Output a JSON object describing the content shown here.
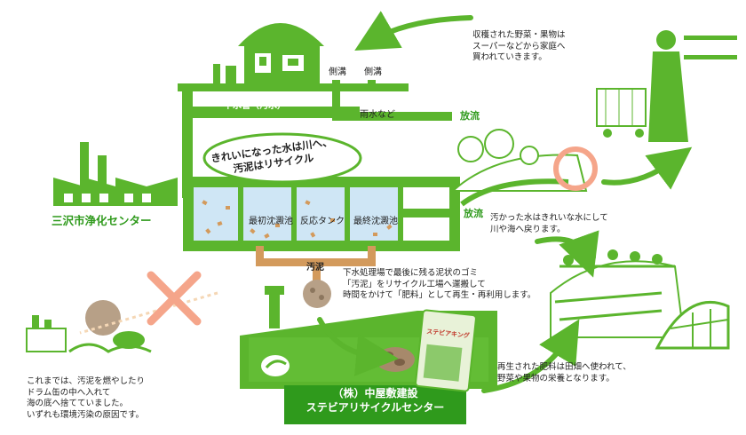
{
  "colors": {
    "green": "#5bb52d",
    "dark_green": "#2f9a1c",
    "light_green": "#a9d98a",
    "water": "#cfe6f5",
    "sludge_pipe": "#d39a5c",
    "no_mark": "#f5a58a"
  },
  "labels": {
    "sewer_pipe": "下水管（汚水）",
    "side_ditch_1": "側溝",
    "side_ditch_2": "側溝",
    "rain_water": "雨水など",
    "discharge_top": "放流",
    "discharge_bottom": "放流",
    "tank_1": "最初沈澱池",
    "tank_2": "反応タンク",
    "tank_3": "最終沈澱池",
    "sludge": "汚泥"
  },
  "bubble": {
    "line1": "きれいになった水は川へ、",
    "line2": "汚泥はリサイクル"
  },
  "purification_center": "三沢市浄化センター",
  "company": {
    "line1": "（株）中屋敷建設",
    "line2": "ステビアリサイクルセンター"
  },
  "fertilizer_bag_label": "ステビアキング",
  "notes": {
    "harvest": [
      "収穫された野菜・果物は",
      "スーパーなどから家庭へ",
      "買われていきます。"
    ],
    "river": [
      "汚かった水はきれいな水にして",
      "川や海へ戻ります。"
    ],
    "sludge_recycle": [
      "下水処理場で最後に残る泥状のゴミ",
      "「汚泥」をリサイクル工場へ運搬して",
      "時間をかけて「肥料」として再生・再利用します。"
    ],
    "fertilizer_use": [
      "再生された肥料は田畑へ使われて、",
      "野菜や果物の栄養となります。"
    ],
    "past": [
      "これまでは、汚泥を燃やしたり",
      "ドラム缶の中へ入れて",
      "海の底へ捨てていました。",
      "いずれも環境汚染の原因です。"
    ]
  }
}
